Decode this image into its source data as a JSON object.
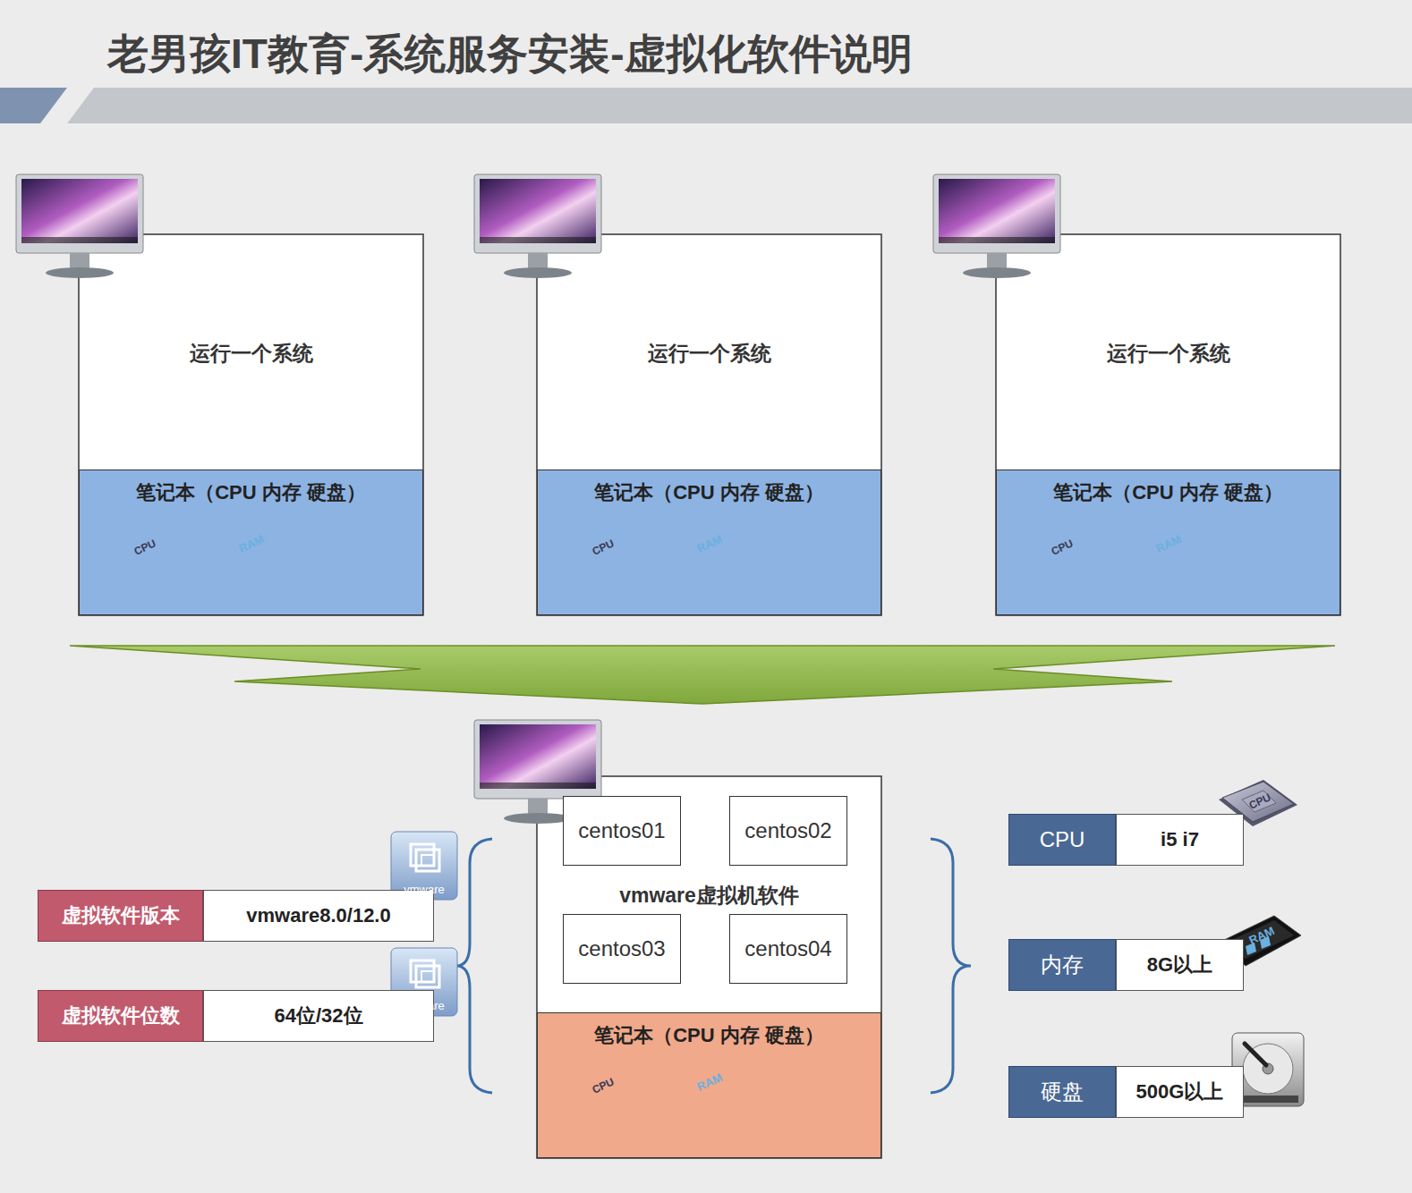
{
  "diagram": {
    "title": "老男孩IT教育-系统服务安装-虚拟化软件说明",
    "nodes": [
      {
        "text": [
          "运行一个系统"
        ]
      },
      {
        "text": [
          "笔记本（CPU 内存 硬盘）"
        ],
        "in": 0
      },
      {
        "text": [
          "运行一个系统"
        ]
      },
      {
        "text": [
          "笔记本（CPU 内存 硬盘）"
        ],
        "in": 2
      },
      {
        "text": [
          "运行一个系统"
        ]
      },
      {
        "text": [
          "笔记本（CPU 内存 硬盘）"
        ],
        "in": 4
      },
      {
        "text": [
          "vmware虚拟机软件"
        ]
      },
      {
        "text": [
          "centos01"
        ],
        "in": 6
      },
      {
        "text": [
          "centos02"
        ],
        "in": 6
      },
      {
        "text": [
          "centos03"
        ],
        "in": 6
      },
      {
        "text": [
          "centos04"
        ],
        "in": 6
      },
      {
        "text": [
          "笔记本（CPU 内存 硬盘）"
        ],
        "in": 6
      },
      {
        "text": [
          "虚拟软件版本"
        ]
      },
      {
        "text": [
          "vmware8.0/12.0"
        ]
      },
      {
        "text": [
          "虚拟软件位数"
        ]
      },
      {
        "text": [
          "64位/32位"
        ]
      },
      {
        "text": [
          "CPU"
        ]
      },
      {
        "text": [
          "i5 i7"
        ]
      },
      {
        "text": [
          "内存"
        ]
      },
      {
        "text": [
          "8G以上"
        ]
      },
      {
        "text": [
          "硬盘"
        ]
      },
      {
        "text": [
          "500G以上"
        ]
      }
    ],
    "labels": [
      "CPU",
      "RAM",
      "CPU",
      "RAM",
      "CPU",
      "RAM",
      "CPU",
      "RAM",
      "vmware",
      "vmware",
      "CPU",
      "RAM"
    ]
  }
}
